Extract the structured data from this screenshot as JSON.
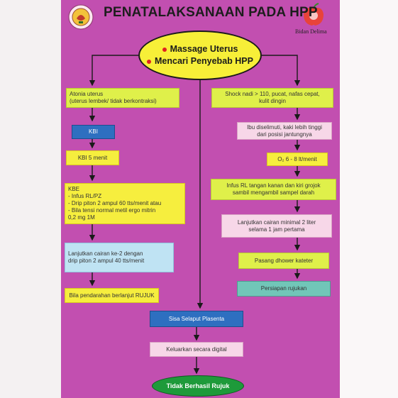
{
  "header": {
    "title": "PENATALAKSANAAN PADA HPP",
    "brand": "Bidan Delima"
  },
  "start": {
    "line1": "Massage Uterus",
    "line2": "Mencari Penyebab HPP"
  },
  "left": {
    "atonia": "Atonia uterus\n(uterus lembek/ tidak berkontraksi)",
    "kbi_label": "KBI",
    "kbi_time": "KBI 5 menit",
    "kbe": "KBE\n- Infus RL/PZ\n- Drip piton 2 ampul 60 tts/menit atau\n- Bila tensi normal metil  ergo mitrin\n  0,2 mg 1M",
    "lanjut": "Lanjutkan cairan ke-2 dengan\ndrip piton 2 ampul 40 tts/menit",
    "rujuk": "Bila pendarahan berlanjut RUJUK"
  },
  "right": {
    "shock": "Shock nadi > 110, pucat, nafas cepat,\nkulit dingin",
    "selimut": "Ibu diselimuti, kaki lebih tinggi\ndari posisi jantungnya",
    "oksigen": "O₂ 6 - 8 lt/menit",
    "infus": "Infus RL tangan kanan dan kiri grojok\nsambil mengambil sampel darah",
    "cairan": "Lanjutkan cairan minimal 2 liter\nselama 1 jam pertama",
    "kateter": "Pasang dhower kateter",
    "persiapan": "Persiapan rujukan"
  },
  "center": {
    "sisa": "Sisa Selaput Plasenta",
    "keluarkan": "Keluarkan secara digital",
    "end": "Tidak Berhasil Rujuk"
  },
  "colors": {
    "background": "#c24fb0",
    "yellow": "#f6ee3e",
    "green_start": "#1e9a3a",
    "dark_blue": "#2e6fc0",
    "teal": "#71c6b8"
  }
}
